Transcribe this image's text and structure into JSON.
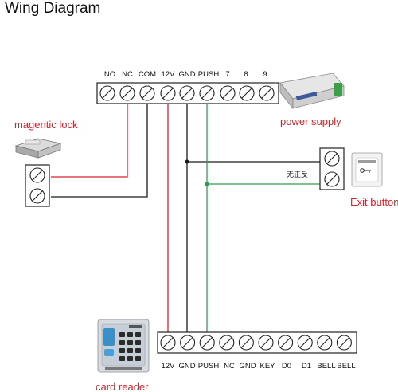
{
  "title": "Wing Diagram",
  "controller_terminals": [
    "NO",
    "NC",
    "COM",
    "12V",
    "GND",
    "PUSH",
    "7",
    "8",
    "9"
  ],
  "reader_terminals": [
    "12V",
    "GND",
    "PUSH",
    "NC",
    "GND",
    "KEY",
    "D0",
    "D1",
    "BELL",
    "BELL"
  ],
  "labels": {
    "magnetic_lock": "magentic lock",
    "power_supply": "power supply",
    "exit_button": "Exit button",
    "card_reader": "card reader",
    "exit_button_sign": "无正反"
  },
  "colors": {
    "red_wire": "#d2232a",
    "black_wire": "#1a1a1a",
    "green_wire": "#2e9e4f",
    "label_red": "#d2232a"
  }
}
